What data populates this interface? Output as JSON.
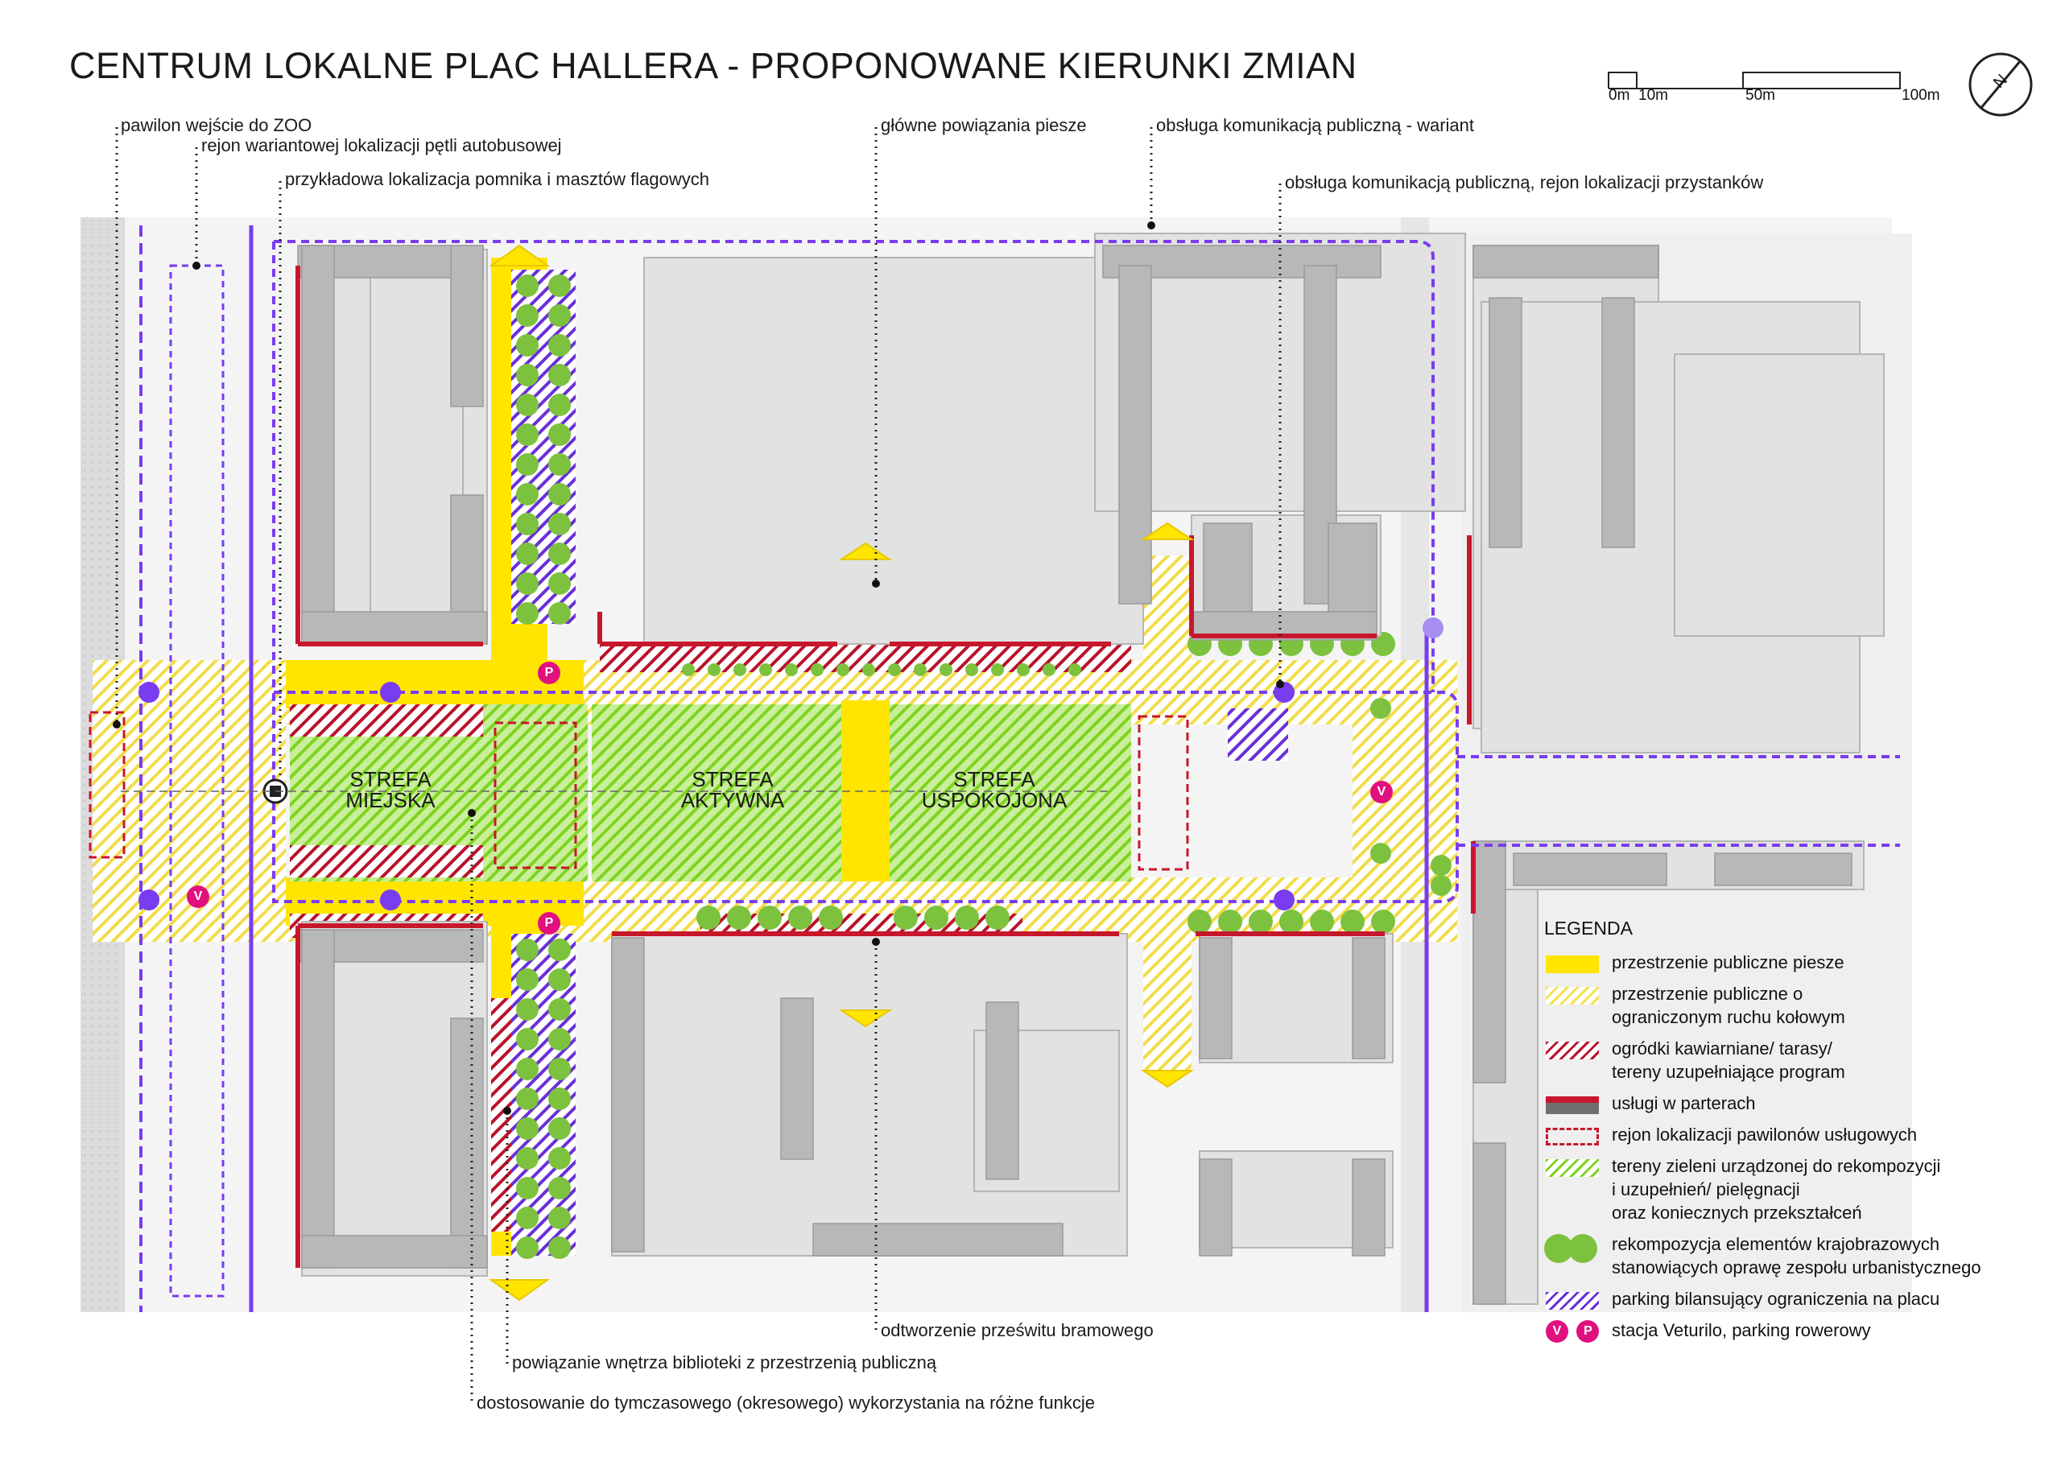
{
  "title": "CENTRUM LOKALNE PLAC HALLERA - PROPONOWANE KIERUNKI ZMIAN",
  "scale": {
    "labels": [
      "0m",
      "10m",
      "50m",
      "100m"
    ]
  },
  "north": {
    "label": "N"
  },
  "annotations": {
    "pawilon_zoo": "pawilon wejście do ZOO",
    "petla": "rejon wariantowej lokalizacji pętli autobusowej",
    "pomnik": "przykładowa lokalizacja pomnika i masztów flagowych",
    "powiazania": "główne powiązania piesze",
    "komunikacja_wariant": "obsługa komunikacją publiczną - wariant",
    "przystanki": "obsługa komunikacją publiczną, rejon lokalizacji przystanków",
    "przeswit": "odtworzenie prześwitu bramowego",
    "biblioteka": "powiązanie wnętrza biblioteki z przestrzenią publiczną",
    "tymczasowe": "dostosowanie do tymczasowego (okresowego) wykorzystania na różne funkcje"
  },
  "zones": {
    "miejska": [
      "STREFA",
      "MIEJSKA"
    ],
    "aktywna": [
      "STREFA",
      "AKTYWNA"
    ],
    "uspokojona": [
      "STREFA",
      "USPOKOJONA"
    ]
  },
  "map_pins": {
    "veturilo": "V",
    "parking": "P"
  },
  "legend": {
    "heading": "LEGENDA",
    "items": [
      {
        "key": "yellow",
        "text": "przestrzenie publiczne piesze"
      },
      {
        "key": "yhatch",
        "text": "przestrzenie publiczne o\nograniczonym ruchu kołowym"
      },
      {
        "key": "rhatch",
        "text": "ogródki kawiarniane/ tarasy/\ntereny uzupełniające program"
      },
      {
        "key": "uslugi",
        "text": "usługi w parterach"
      },
      {
        "key": "dash",
        "text": "rejon lokalizacji pawilonów usługowych"
      },
      {
        "key": "ghatch",
        "text": "tereny zieleni urządzonej do rekompozycji\ni uzupełnień/ pielęgnacji\noraz koniecznych przekształceń"
      },
      {
        "key": "trees",
        "text": "rekompozycja elementów krajobrazowych\nstanowiących oprawę zespołu urbanistycznego"
      },
      {
        "key": "phatch",
        "text": "parking bilansujący ograniczenia na placu"
      },
      {
        "key": "vp",
        "text": "stacja Veturilo, parking rowerowy"
      }
    ]
  },
  "colors": {
    "pedestrian": "#ffe500",
    "restricted_hatch": "#f2dc4a",
    "red": "#c7172c",
    "green": "#7dc23e",
    "purple": "#7a3cf0",
    "veturilo": "#e0117f",
    "building": "#c8c8c8",
    "building_outline": "#9a9a9a"
  }
}
